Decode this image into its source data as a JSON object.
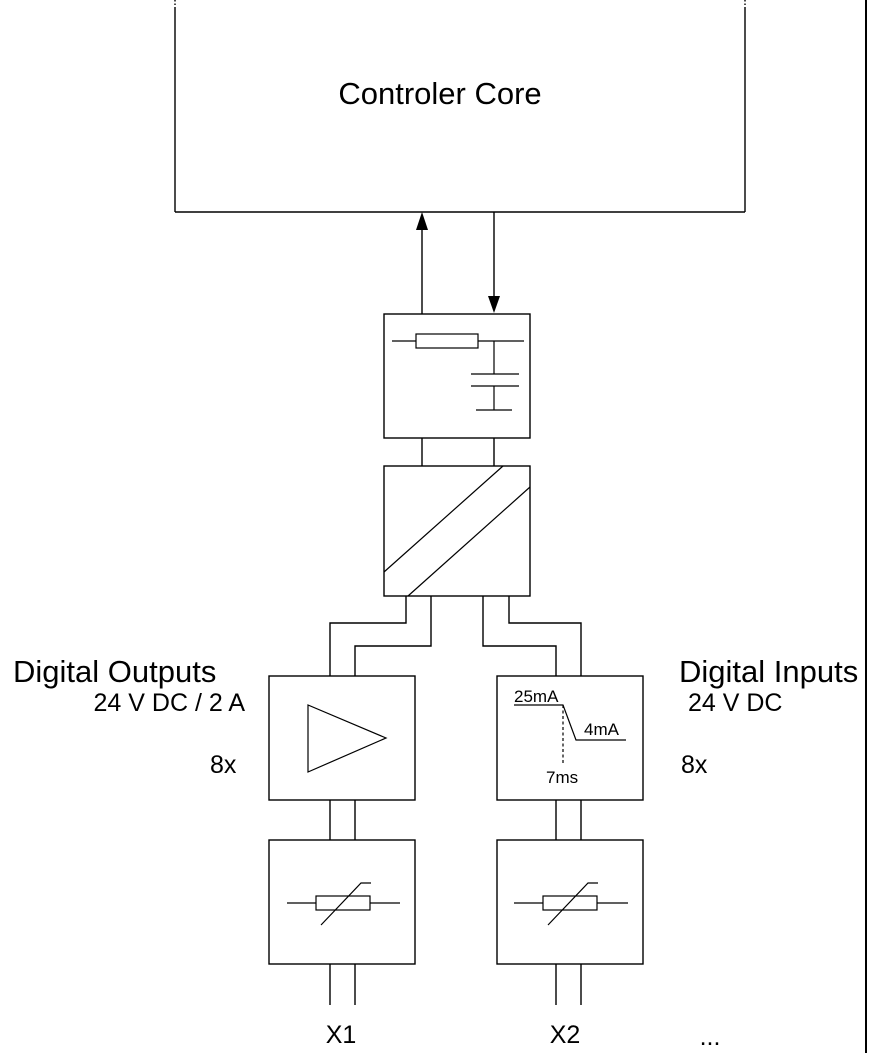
{
  "controller": {
    "title": "Controler Core"
  },
  "outputs": {
    "title": "Digital Outputs",
    "spec": "24 V DC / 2 A",
    "count": "8x",
    "connector": "X1"
  },
  "inputs": {
    "title": "Digital Inputs",
    "spec": "24 V DC",
    "count": "8x",
    "connector": "X2",
    "curve": {
      "high": "25mA",
      "low": "4mA",
      "time": "7ms"
    }
  },
  "more": "..."
}
